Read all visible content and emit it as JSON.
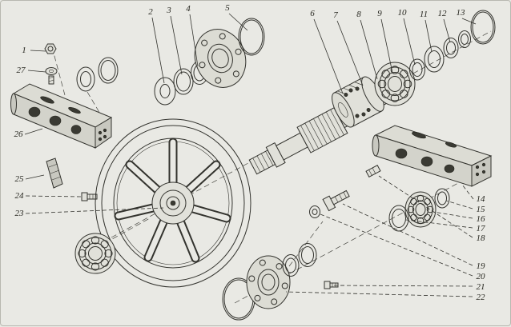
{
  "figure": {
    "kind": "exploded-parts-diagram",
    "background_color": "#e9e9e4",
    "ink_color": "#33332e"
  },
  "callouts": [
    {
      "label": "1"
    },
    {
      "label": "2"
    },
    {
      "label": "3"
    },
    {
      "label": "4"
    },
    {
      "label": "5"
    },
    {
      "label": "6"
    },
    {
      "label": "7"
    },
    {
      "label": "8"
    },
    {
      "label": "9"
    },
    {
      "label": "10"
    },
    {
      "label": "11"
    },
    {
      "label": "12"
    },
    {
      "label": "13"
    },
    {
      "label": "14"
    },
    {
      "label": "15"
    },
    {
      "label": "16"
    },
    {
      "label": "17"
    },
    {
      "label": "18"
    },
    {
      "label": "19"
    },
    {
      "label": "20"
    },
    {
      "label": "21"
    },
    {
      "label": "22"
    },
    {
      "label": "23"
    },
    {
      "label": "24"
    },
    {
      "label": "25"
    },
    {
      "label": "26"
    },
    {
      "label": "27"
    }
  ]
}
